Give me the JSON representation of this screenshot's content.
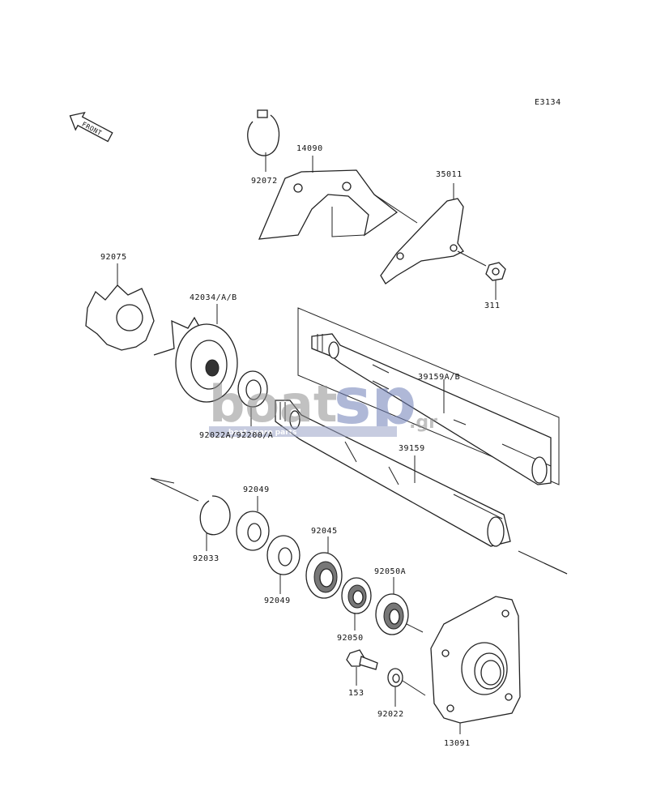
{
  "diagram_code": "E3134",
  "front_label": "FRONT",
  "watermark": {
    "brand_a": "boat",
    "brand_b": "sp",
    "tld": ".gr",
    "tagline": "boat spare parts"
  },
  "parts": [
    {
      "id": "92072"
    },
    {
      "id": "14090"
    },
    {
      "id": "35011"
    },
    {
      "id": "311"
    },
    {
      "id": "92075"
    },
    {
      "id": "42034/A/B"
    },
    {
      "id": "39159A/B"
    },
    {
      "id": "92022A/92200/A"
    },
    {
      "id": "39159"
    },
    {
      "id": "92049"
    },
    {
      "id": "92033"
    },
    {
      "id": "92049b",
      "label": "92049"
    },
    {
      "id": "92045"
    },
    {
      "id": "92050A"
    },
    {
      "id": "92050"
    },
    {
      "id": "153"
    },
    {
      "id": "92022"
    },
    {
      "id": "13091"
    }
  ]
}
